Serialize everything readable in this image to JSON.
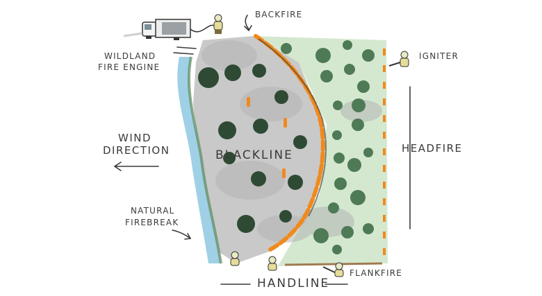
{
  "labels": {
    "backfire": "BACKFIRE",
    "igniter": "IGNITER",
    "wildland_fire_engine_line1": "WILDLAND",
    "wildland_fire_engine_line2": "FIRE ENGINE",
    "wind_direction_line1": "WIND",
    "wind_direction_line2": "DIRECTION",
    "blackline": "BLACKLINE",
    "headfire": "HEADFIRE",
    "natural_firebreak_line1": "NATURAL",
    "natural_firebreak_line2": "FIREBREAK",
    "flankfire": "FLANKFIRE",
    "handline": "HANDLINE"
  },
  "colors": {
    "river": "#9fd0e6",
    "burned": "#c9c9c9",
    "unburned": "#d4e8cf",
    "fire": "#f08a1c",
    "tree_dark": "#2f4a34",
    "tree_mid": "#4f7a56",
    "ink": "#3a3a3a"
  }
}
